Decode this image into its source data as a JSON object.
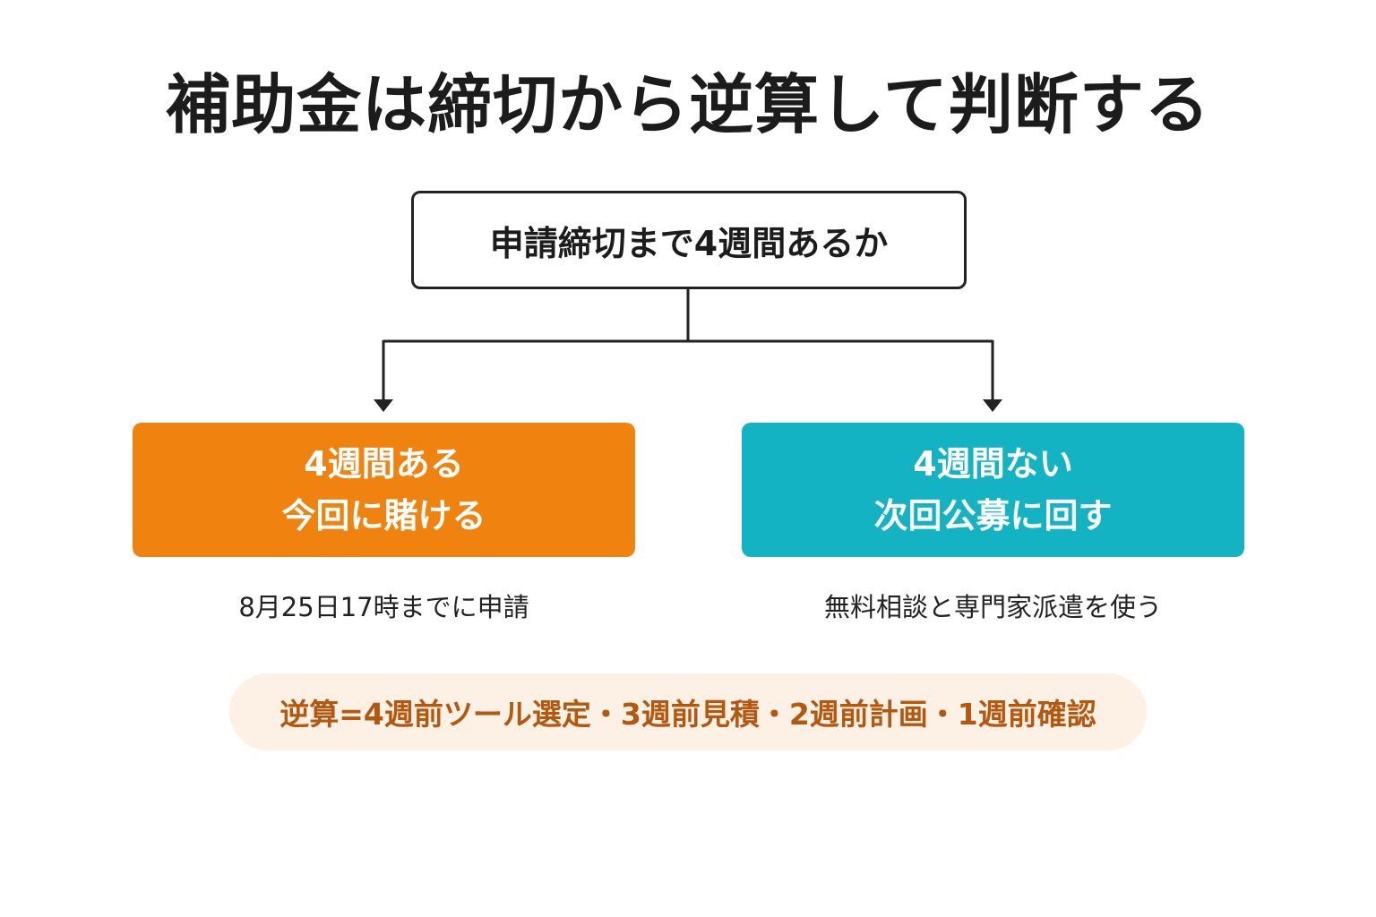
{
  "title": "補助金は締切から逆算して判断する",
  "question": "申請締切まで4週間あるか",
  "options": [
    {
      "line1": "4週間ある",
      "line2": "今回に賭ける",
      "note": "8月25日17時までに申請"
    },
    {
      "line1": "4週間ない",
      "line2": "次回公募に回す",
      "note": "無料相談と専門家派遣を使う"
    }
  ],
  "backward_plan": "逆算=4週前ツール選定・3週前見積・2週前計画・1週前確認",
  "colors": {
    "yes_option": "#f0830f",
    "no_option": "#13b3c3",
    "pill_background": "#fdf1e6",
    "pill_text": "#b4570f",
    "line": "#222222"
  }
}
